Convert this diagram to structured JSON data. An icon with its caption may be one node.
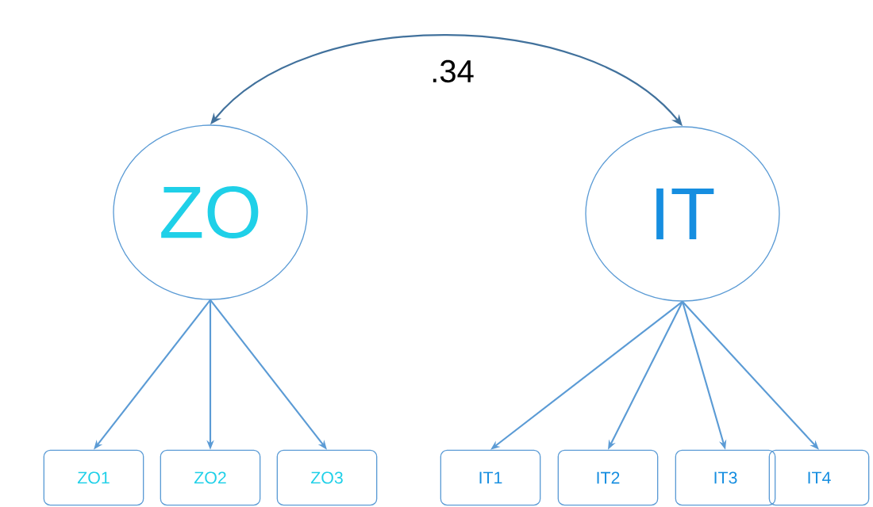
{
  "diagram": {
    "nodes": [
      {
        "text": [
          "ZO"
        ]
      },
      {
        "text": [
          "IT"
        ]
      },
      {
        "text": [
          "ZO1"
        ]
      },
      {
        "text": [
          "ZO2"
        ]
      },
      {
        "text": [
          "ZO3"
        ]
      },
      {
        "text": [
          "IT1"
        ]
      },
      {
        "text": [
          "IT2"
        ]
      },
      {
        "text": [
          "IT3"
        ]
      },
      {
        "text": [
          "IT4"
        ]
      }
    ],
    "edges": [
      {
        "from": 0,
        "to": 1,
        "arrow": "both",
        "label": ".34",
        "color": "#41719c"
      },
      {
        "from": 0,
        "to": 2,
        "arrow": "to"
      },
      {
        "from": 0,
        "to": 3,
        "arrow": "to"
      },
      {
        "from": 0,
        "to": 4,
        "arrow": "to"
      },
      {
        "from": 1,
        "to": 5,
        "arrow": "to"
      },
      {
        "from": 1,
        "to": 6,
        "arrow": "to"
      },
      {
        "from": 1,
        "to": 7,
        "arrow": "to"
      },
      {
        "from": 1,
        "to": 8,
        "arrow": "to"
      }
    ]
  }
}
